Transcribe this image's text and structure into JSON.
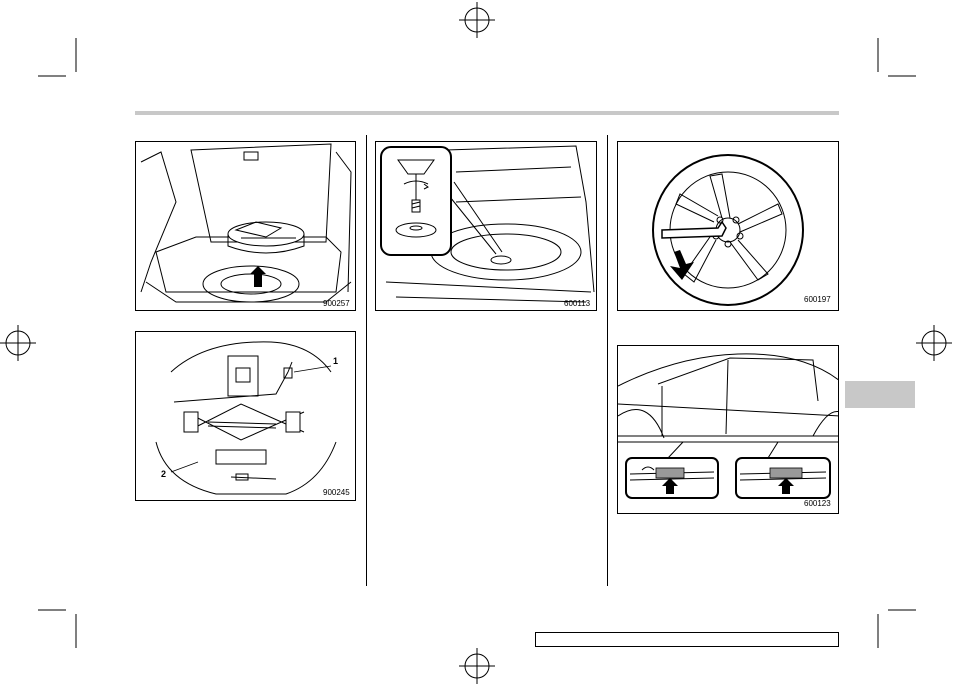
{
  "figures": {
    "fig1": {
      "code": "900257"
    },
    "fig2": {
      "code": "900245",
      "callouts": [
        "1",
        "2"
      ]
    },
    "fig3": {
      "code": "600113"
    },
    "fig4": {
      "code": "600197"
    },
    "fig5": {
      "code": "600123"
    }
  },
  "colors": {
    "header_rule": "#c8c8c8",
    "section_tab": "#c8c8c8",
    "line": "#000000"
  }
}
